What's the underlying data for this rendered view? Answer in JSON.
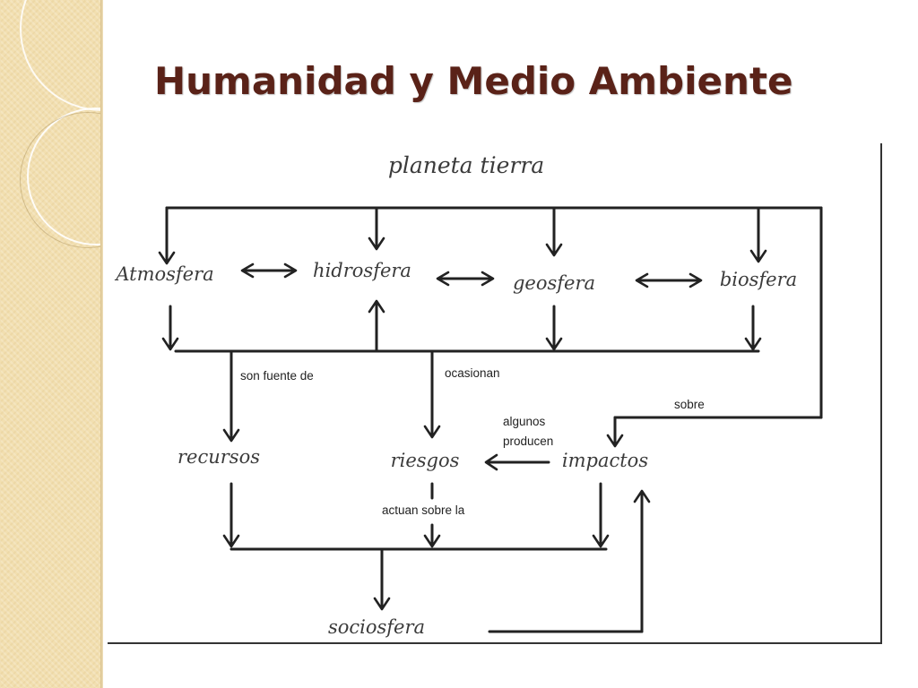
{
  "slide": {
    "title": "Humanidad y Medio Ambiente"
  },
  "diagram": {
    "nodes": {
      "planeta_tierra": "planeta tierra",
      "atmosfera": "Atmosfera",
      "hidrosfera": "hidrosfera",
      "geosfera": "geosfera",
      "biosfera": "biosfera",
      "recursos": "recursos",
      "riesgos": "riesgos",
      "impactos": "impactos",
      "sociosfera": "sociosfera"
    },
    "edge_labels": {
      "son_fuente_de": "son fuente de",
      "ocasionan": "ocasionan",
      "sobre": "sobre",
      "algunos_producen_1": "algunos",
      "algunos_producen_2": "producen",
      "actuan_sobre_la": "actuan sobre la"
    }
  },
  "colors": {
    "title": "#5a2218",
    "band": "#f2dfb0",
    "lines": "#222222",
    "node_text": "#3b3b3b"
  }
}
